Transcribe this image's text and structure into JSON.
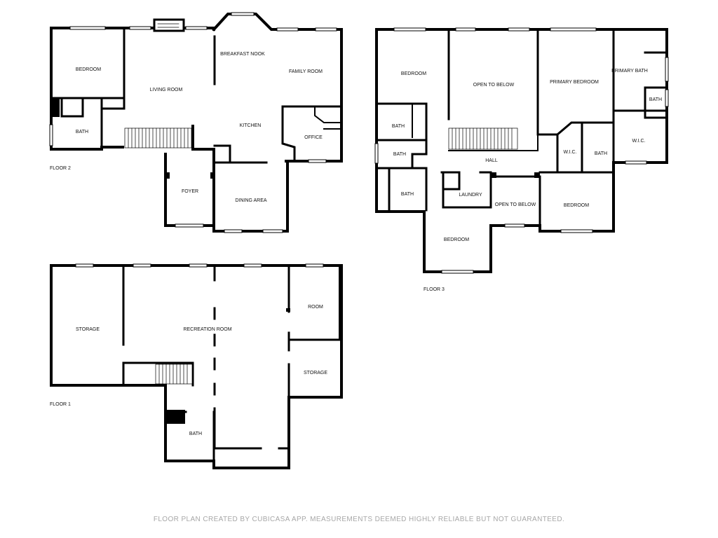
{
  "floors": {
    "floor2": {
      "label": "FLOOR 2",
      "rooms": {
        "bedroom": "BEDROOM",
        "living_room": "LIVING ROOM",
        "breakfast_nook": "BREAKFAST NOOK",
        "family_room": "FAMILY ROOM",
        "kitchen": "KITCHEN",
        "bath": "BATH",
        "office": "OFFICE",
        "foyer": "FOYER",
        "dining_area": "DINING AREA"
      }
    },
    "floor3": {
      "label": "FLOOR 3",
      "rooms": {
        "bedroom_nw": "BEDROOM",
        "open_to_below_1": "OPEN TO BELOW",
        "primary_bedroom": "PRIMARY BEDROOM",
        "primary_bath": "PRIMARY BATH",
        "bath_small": "BATH",
        "bath_1": "BATH",
        "bath_2": "BATH",
        "bath_3": "BATH",
        "hall": "HALL",
        "wic_1": "W.I.C.",
        "bath_4": "BATH",
        "wic_2": "W.I.C.",
        "laundry": "LAUNDRY",
        "open_to_below_2": "OPEN TO BELOW",
        "bedroom_e": "BEDROOM",
        "bedroom_s": "BEDROOM"
      }
    },
    "floor1": {
      "label": "FLOOR 1",
      "rooms": {
        "storage_w": "STORAGE",
        "recreation_room": "RECREATION ROOM",
        "room": "ROOM",
        "storage_e": "STORAGE",
        "bath": "BATH"
      }
    }
  },
  "footer": "FLOOR PLAN CREATED BY CUBICASA APP. MEASUREMENTS DEEMED HIGHLY RELIABLE BUT NOT GUARANTEED."
}
